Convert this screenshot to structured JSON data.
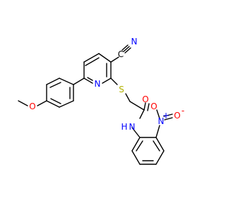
{
  "molecule": {
    "atoms": [
      {
        "id": "c_cn",
        "label": "C",
        "kind": "C",
        "color": "#000000"
      },
      {
        "id": "n_cn",
        "label": "N",
        "kind": "N",
        "color": "#0000ff"
      },
      {
        "id": "s",
        "label": "S",
        "kind": "S",
        "color": "#b2b200"
      },
      {
        "id": "n_py",
        "label": "N",
        "kind": "N",
        "color": "#0000ff"
      },
      {
        "id": "o_co",
        "label": "O",
        "kind": "O",
        "color": "#ff0000"
      },
      {
        "id": "nh",
        "label": "N",
        "kind": "N",
        "color": "#0000ff"
      },
      {
        "id": "h_nh",
        "label": "H",
        "kind": "H",
        "color": "#0000ff"
      },
      {
        "id": "o_me",
        "label": "O",
        "kind": "O",
        "color": "#ff0000"
      },
      {
        "id": "n_no2",
        "label": "N",
        "kind": "N",
        "color": "#0000ff"
      },
      {
        "id": "plus",
        "label": "+",
        "kind": "charge",
        "color": "#0000ff"
      },
      {
        "id": "o_no2a",
        "label": "O",
        "kind": "O",
        "color": "#ff0000"
      },
      {
        "id": "o_no2b",
        "label": "O",
        "kind": "O",
        "color": "#ff0000"
      },
      {
        "id": "minus",
        "label": "-",
        "kind": "charge",
        "color": "#ff0000"
      }
    ],
    "colors": {
      "bond": "#000000",
      "nitrogen": "#0000ff",
      "oxygen": "#ff0000",
      "sulfur": "#b2b200"
    }
  }
}
